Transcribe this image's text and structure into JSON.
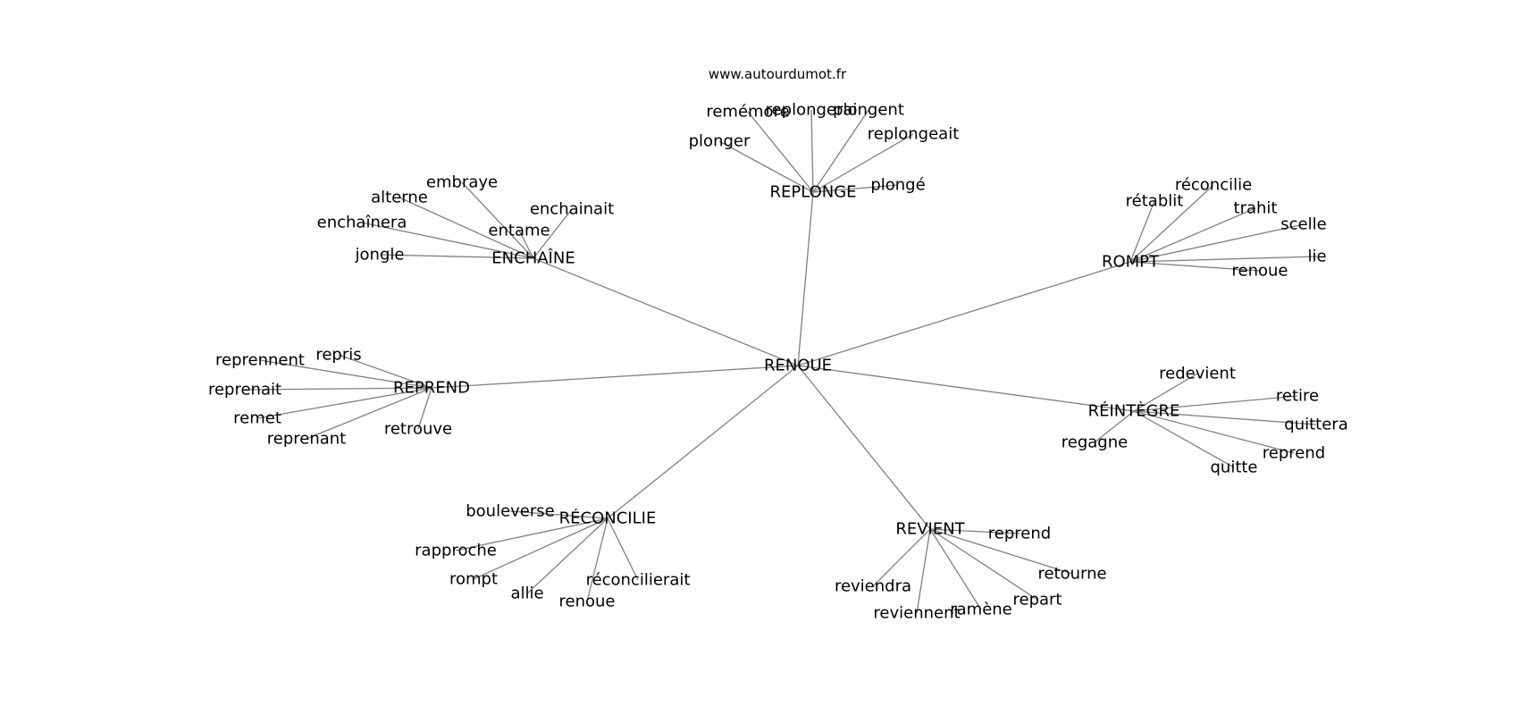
{
  "source_text": "www.autourdumot.fr",
  "center": "RENOUE",
  "clusters": [
    {
      "label": "REPLONGE",
      "words": [
        "remémore",
        "replongerai",
        "plongent",
        "plonger",
        "replongeait",
        "plongé"
      ]
    },
    {
      "label": "ENCHAÎNE",
      "words": [
        "embraye",
        "alterne",
        "enchaînera",
        "enchainait",
        "entame",
        "jongle"
      ]
    },
    {
      "label": "ROMPT",
      "words": [
        "rétablit",
        "réconcilie",
        "trahit",
        "scelle",
        "lie",
        "renoue"
      ]
    },
    {
      "label": "REPREND",
      "words": [
        "repris",
        "reprennent",
        "reprenait",
        "remet",
        "reprenant",
        "retrouve"
      ]
    },
    {
      "label": "RÉINTÈGRE",
      "words": [
        "redevient",
        "retire",
        "quittera",
        "reprend",
        "quitte",
        "regagne"
      ]
    },
    {
      "label": "RÉCONCILIE",
      "words": [
        "bouleverse",
        "rapproche",
        "rompt",
        "allie",
        "renoue",
        "réconcilierait"
      ]
    },
    {
      "label": "REVIENT",
      "words": [
        "reprend",
        "retourne",
        "repart",
        "ramène",
        "reviennent",
        "reviendra"
      ]
    }
  ]
}
